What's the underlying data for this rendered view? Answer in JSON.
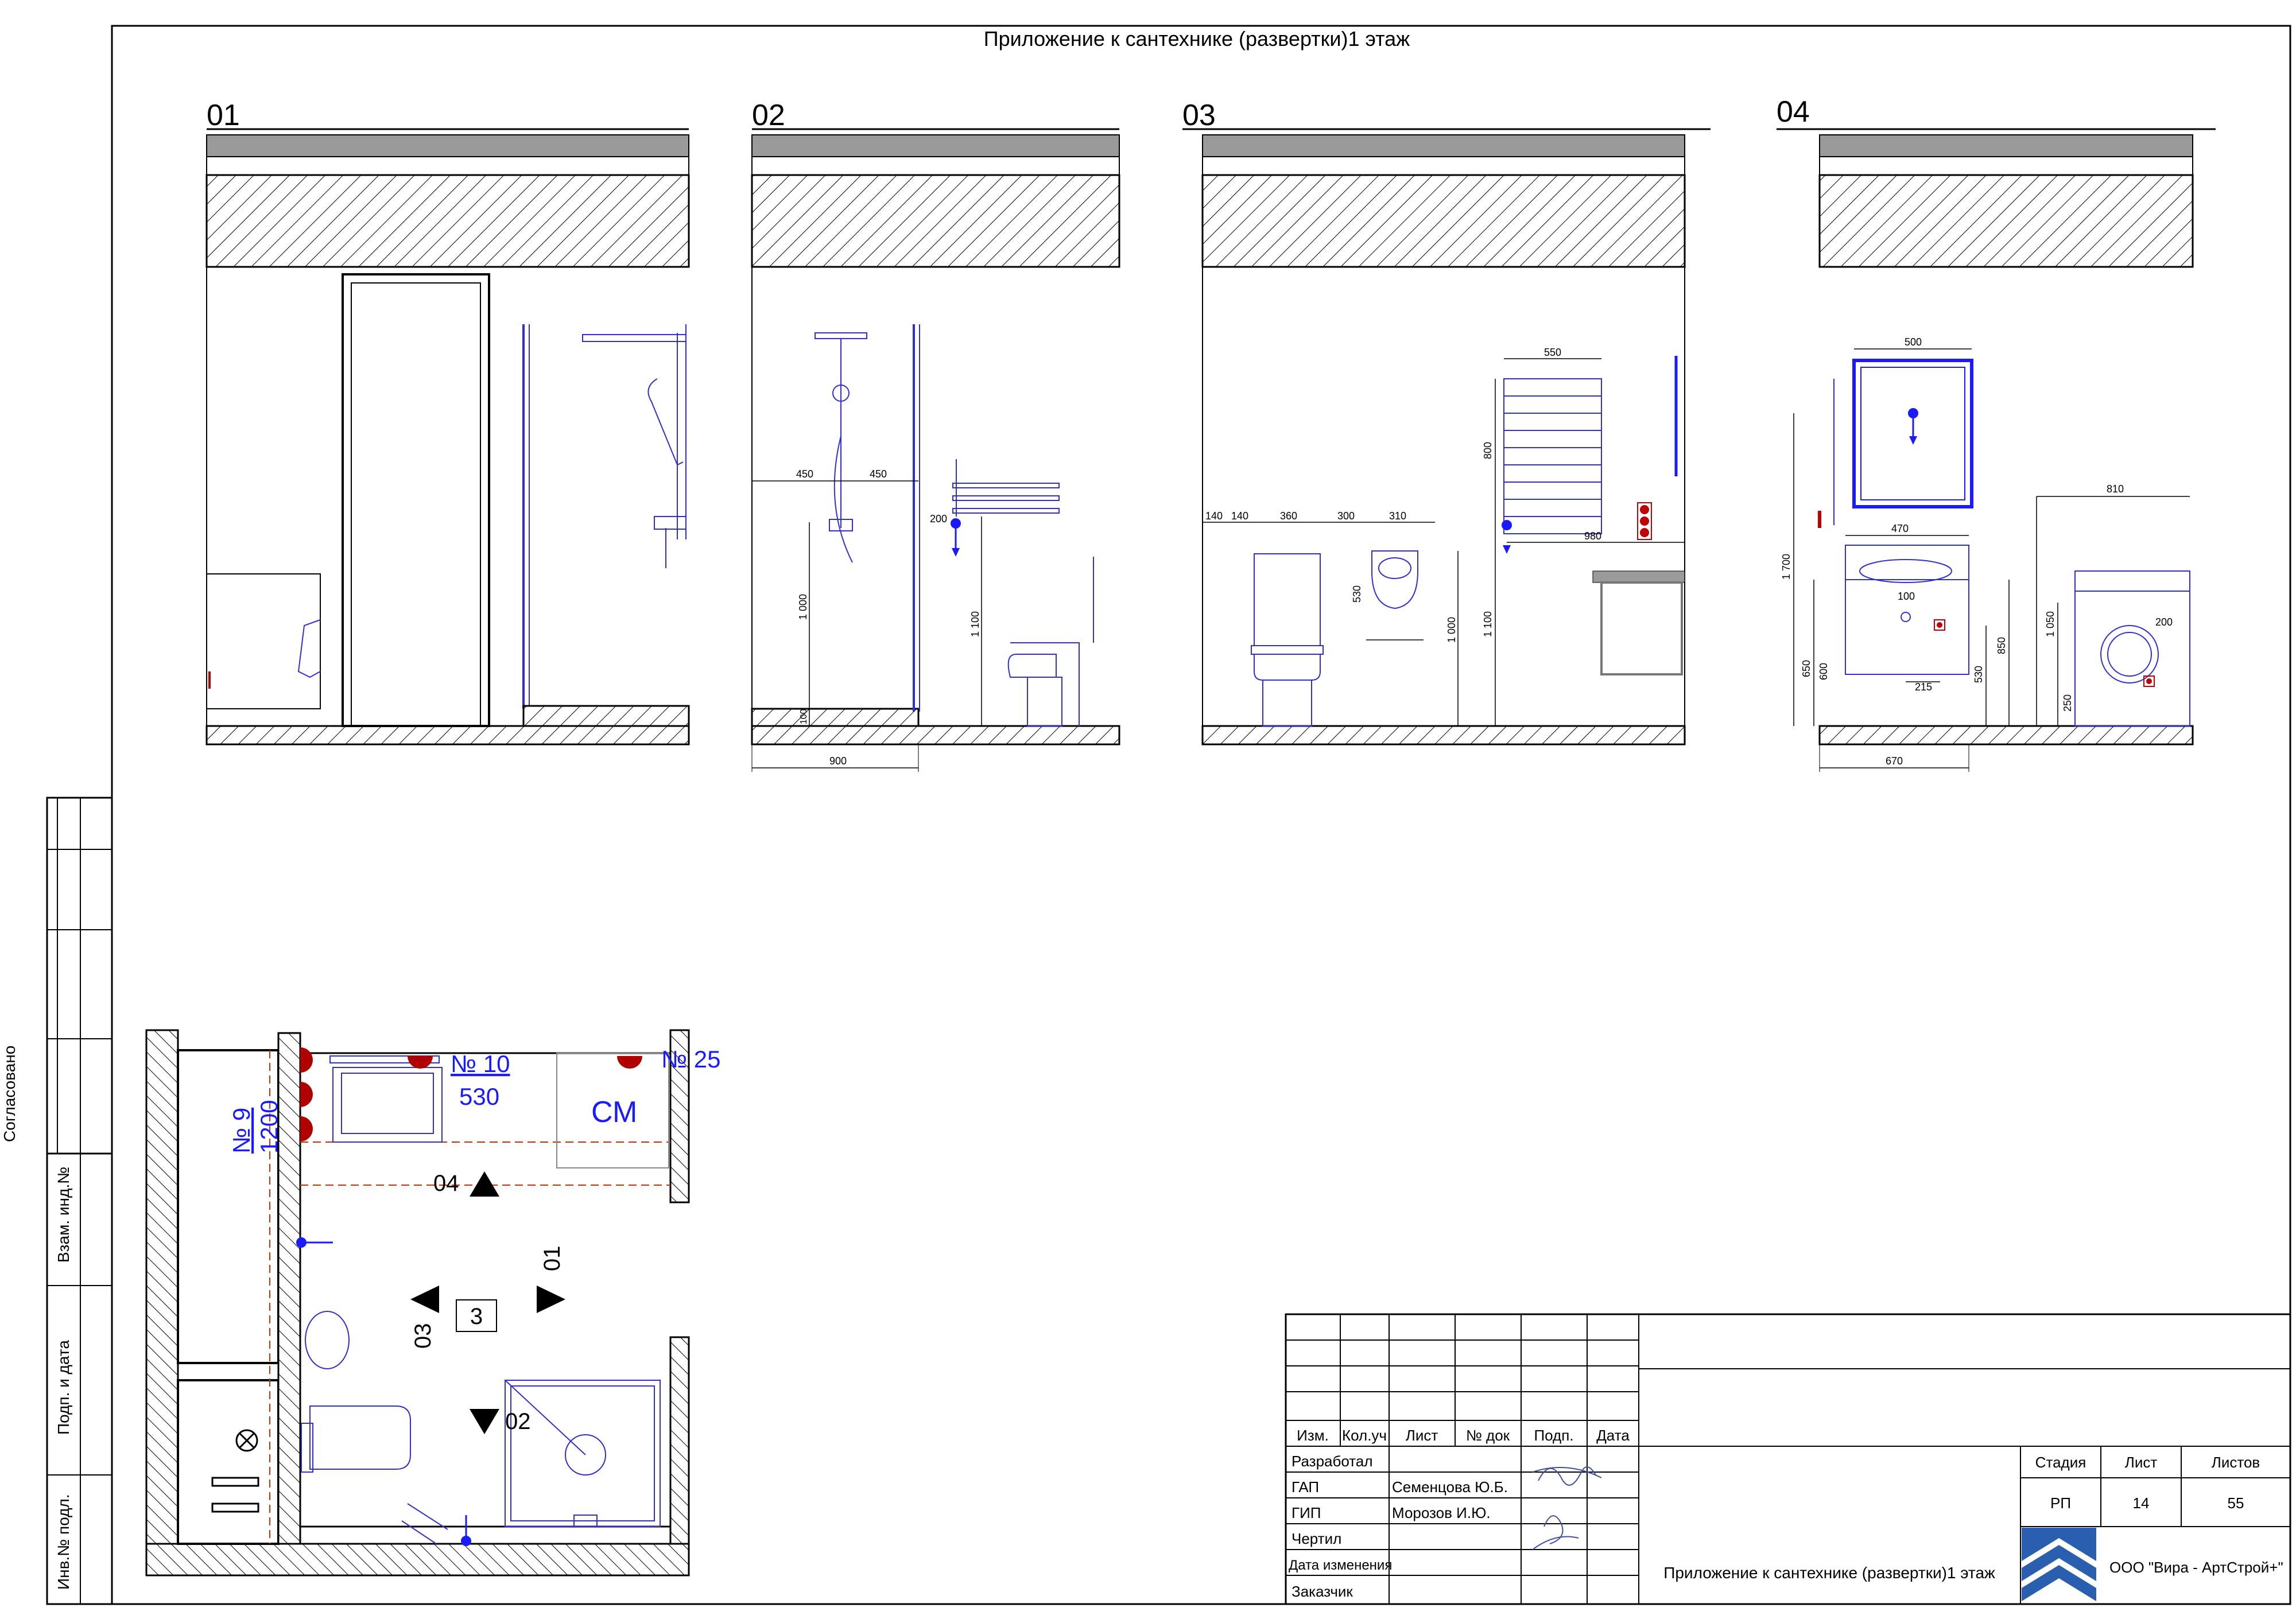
{
  "title": "Приложение к сантехнике (развертки)1 этаж",
  "views": [
    {
      "label": "01"
    },
    {
      "label": "02"
    },
    {
      "label": "03"
    },
    {
      "label": "04"
    }
  ],
  "dims": {
    "v2_450a": "450",
    "v2_450b": "450",
    "v2_200": "200",
    "v2_1000": "1 000",
    "v2_1100": "1 100",
    "v2_100": "100",
    "v2_900": "900",
    "v3_140a": "140",
    "v3_140b": "140",
    "v3_360": "360",
    "v3_300": "300",
    "v3_310": "310",
    "v3_530": "530",
    "v3_1000": "1 000",
    "v3_550": "550",
    "v3_800": "800",
    "v3_1100": "1 100",
    "v3_980": "980",
    "v4_500": "500",
    "v4_810": "810",
    "v4_470": "470",
    "v4_1700": "1 700",
    "v4_100": "100",
    "v4_650": "650",
    "v4_600": "600",
    "v4_215": "215",
    "v4_530": "530",
    "v4_850": "850",
    "v4_1050": "1 050",
    "v4_200": "200",
    "v4_250": "250",
    "v4_670": "670"
  },
  "plan": {
    "room_no": "3",
    "label_n10": "№ 10",
    "label_530": "530",
    "label_cm": "СМ",
    "label_n9": "№ 9",
    "label_1200": "1200",
    "label_cut": "№ 25",
    "markers": {
      "m04": "04",
      "m01": "01",
      "m03": "03",
      "m02": "02"
    }
  },
  "side_stamp": {
    "agreed": "Согласовано",
    "vzam": "Взам. инд.№",
    "podp": "Подп. и дата",
    "inv": "Инв.№ подл."
  },
  "title_block": {
    "headers": [
      "Изм.",
      "Кол.уч",
      "Лист",
      "№ док",
      "Подп.",
      "Дата"
    ],
    "rows": [
      {
        "role": "Разработал",
        "name": ""
      },
      {
        "role": "ГАП",
        "name": "Семенцова Ю.Б."
      },
      {
        "role": "ГИП",
        "name": "Морозов И.Ю."
      },
      {
        "role": "Чертил",
        "name": ""
      },
      {
        "role": "Дата изменения",
        "name": ""
      },
      {
        "role": "Заказчик",
        "name": ""
      }
    ],
    "sheet_title": "Приложение к сантехнике (развертки)1 этаж",
    "stage_label": "Стадия",
    "sheet_label": "Лист",
    "sheets_label": "Листов",
    "stage": "РП",
    "sheet": "14",
    "sheets": "55",
    "company": "ООО \"Вира - АртСтрой+\""
  },
  "colors": {
    "fixture": "#3030d0",
    "accent": "#1a1aff",
    "marker": "#b00000",
    "logo": "#2a5fb0"
  }
}
